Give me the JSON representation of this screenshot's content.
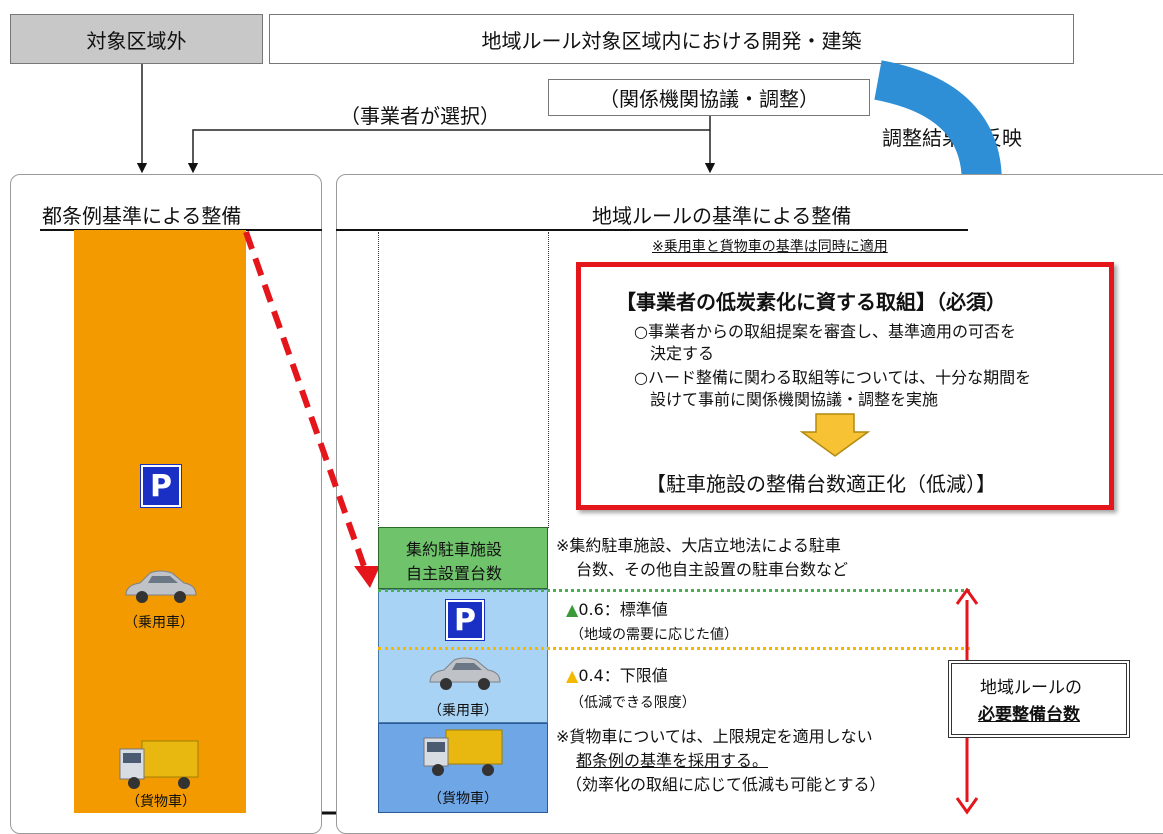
{
  "header": {
    "outside_area": "対象区域外",
    "inside_area": "地域ルール対象区域内における開発・建築",
    "consultation": "（関係機関協議・調整）",
    "operator_choice": "（事業者が選択）",
    "reflect_result": "調整結果を反映"
  },
  "left_panel": {
    "title": "都条例基準による整備",
    "parking_badge": "P",
    "passenger_label": "（乗用車）",
    "freight_label": "（貨物車）"
  },
  "right_panel": {
    "title": "地域ルールの基準による整備",
    "simultaneous_note": "※乗用車と貨物車の基準は同時に適用",
    "requirement_box": {
      "heading": "【事業者の低炭素化に資する取組】（必須）",
      "bullet1_line1": "○事業者からの取組提案を審査し、基準適用の可否を",
      "bullet1_line2": "決定する",
      "bullet2_line1": "○ハード整備に関わる取組等については、十分な期間を",
      "bullet2_line2": "設けて事前に関係機関協議・調整を実施",
      "result": "【駐車施設の整備台数適正化（低減）】"
    },
    "green_box_line1": "集約駐車施設",
    "green_box_line2": "自主設置台数",
    "green_note_line1": "※集約駐車施設、大店立地法による駐車",
    "green_note_line2": "台数、その他自主設置の駐車台数など",
    "parking_badge": "P",
    "standard_value": "0.6：標準値",
    "standard_note": "（地域の需要に応じた値）",
    "lower_value": "0.4：下限値",
    "lower_note": "（低減できる限度）",
    "passenger_label": "（乗用車）",
    "freight_label": "（貨物車）",
    "freight_note_line1": "※貨物車については、上限規定を適用しない",
    "freight_note_line2": "都条例の基準を採用する。",
    "freight_note_line3": "（効率化の取組に応じて低減も可能とする）",
    "required_label_line1": "地域ルールの",
    "required_label_line2": "必要整備台数"
  },
  "colors": {
    "orange_column": "#f29a00",
    "light_blue": "#a9d3f5",
    "mid_blue": "#6fa6e6",
    "green_box": "#6fc36b",
    "red_frame": "#e5161b",
    "dashed_red": "#e5161b",
    "yellow_arrow": "#f7c234",
    "blue_arrow": "#2e8fd6"
  }
}
